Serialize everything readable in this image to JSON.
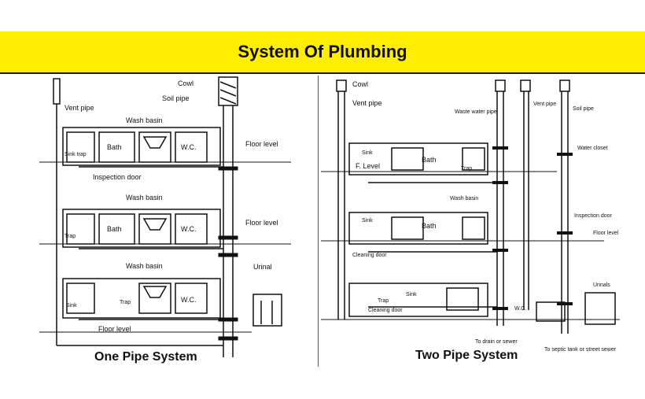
{
  "title": "System Of Plumbing",
  "one_pipe": {
    "caption": "One Pipe System",
    "labels": {
      "cowl": "Cowl",
      "vent_pipe": "Vent pipe",
      "soil_pipe": "Soil pipe",
      "wash_basin": "Wash basin",
      "bath": "Bath",
      "wc": "W.C.",
      "floor_level": "Floor level",
      "floor_level_bottom": "Floor level",
      "sink_trap": "Sink trap",
      "inspection_door": "Inspection door",
      "trap": "Trap",
      "sink": "Sink",
      "urinal": "Urinal"
    }
  },
  "two_pipe": {
    "caption": "Two Pipe System",
    "labels": {
      "cowl": "Cowl",
      "vent_pipe": "Vent pipe",
      "waste_water_pipe": "Waste water pipe",
      "vent_pipe_2": "Vent pipe",
      "soil_pipe": "Soil pipe",
      "sink": "Sink",
      "bath": "Bath",
      "f_level": "F. Level",
      "trap": "Trap",
      "water_closet": "Water closet",
      "wash_basin": "Wash basin",
      "inspection_door": "Inspection door",
      "floor_level": "Floor level",
      "cleaning_door": "Cleaning door",
      "urinals": "Urinals",
      "wc": "W.C.",
      "to_drain": "To drain or sewer",
      "to_septic": "To septic tank or street sewer"
    }
  },
  "colors": {
    "banner": "#ffee00",
    "ink": "#111111"
  }
}
